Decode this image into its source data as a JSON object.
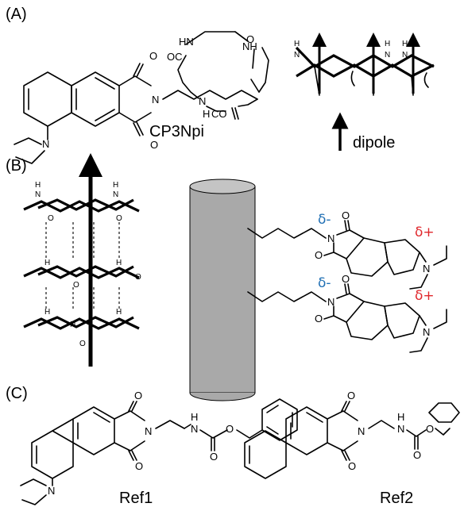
{
  "panels": {
    "a": "(A)",
    "b": "(B)",
    "c": "(C)"
  },
  "labels": {
    "cp3npi": "CP3Npi",
    "dipole": "dipole",
    "ref1": "Ref1",
    "ref2": "Ref2"
  },
  "atoms": {
    "N": "N",
    "O": "O",
    "H": "H",
    "HN": "HN",
    "NH": "NH",
    "OC": "OC",
    "CO": "CO"
  },
  "charges": {
    "delta_minus": "δ-",
    "delta_plus": "δ+",
    "minus_color": "#1f6fb4",
    "plus_color": "#e0282d"
  },
  "colors": {
    "cylinder_fill": "#a9a9a9",
    "cylinder_top": "#c4c4c4"
  }
}
